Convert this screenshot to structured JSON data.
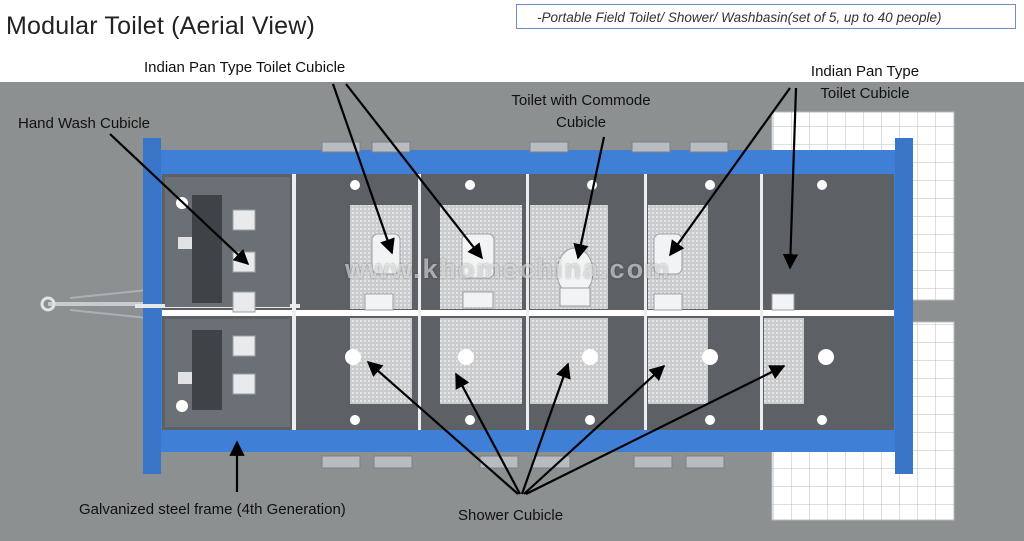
{
  "title": "Modular Toilet (Aerial View)",
  "subtitle": "-Portable Field Toilet/ Shower/ Washbasin(set of 5, up to 40 people)",
  "watermark": "www.khomechina.com",
  "labels": {
    "indian_pan_left": "Indian Pan Type Toilet Cubicle",
    "hand_wash": "Hand Wash Cubicle",
    "toilet_commode_line1": "Toilet with Commode",
    "toilet_commode_line2": "Cubicle",
    "indian_pan_right_line1": "Indian Pan Type",
    "indian_pan_right_line2": "Toilet Cubicle",
    "steel_frame": "Galvanized steel frame (4th Generation)",
    "shower": "Shower Cubicle"
  },
  "colors": {
    "ground": "#8c9091",
    "frame_blue": "#3f7fd6",
    "floor_dark": "#5d6166",
    "checker": "#d4d6d8",
    "pallet": "#ffffff",
    "arrow": "#000000"
  }
}
